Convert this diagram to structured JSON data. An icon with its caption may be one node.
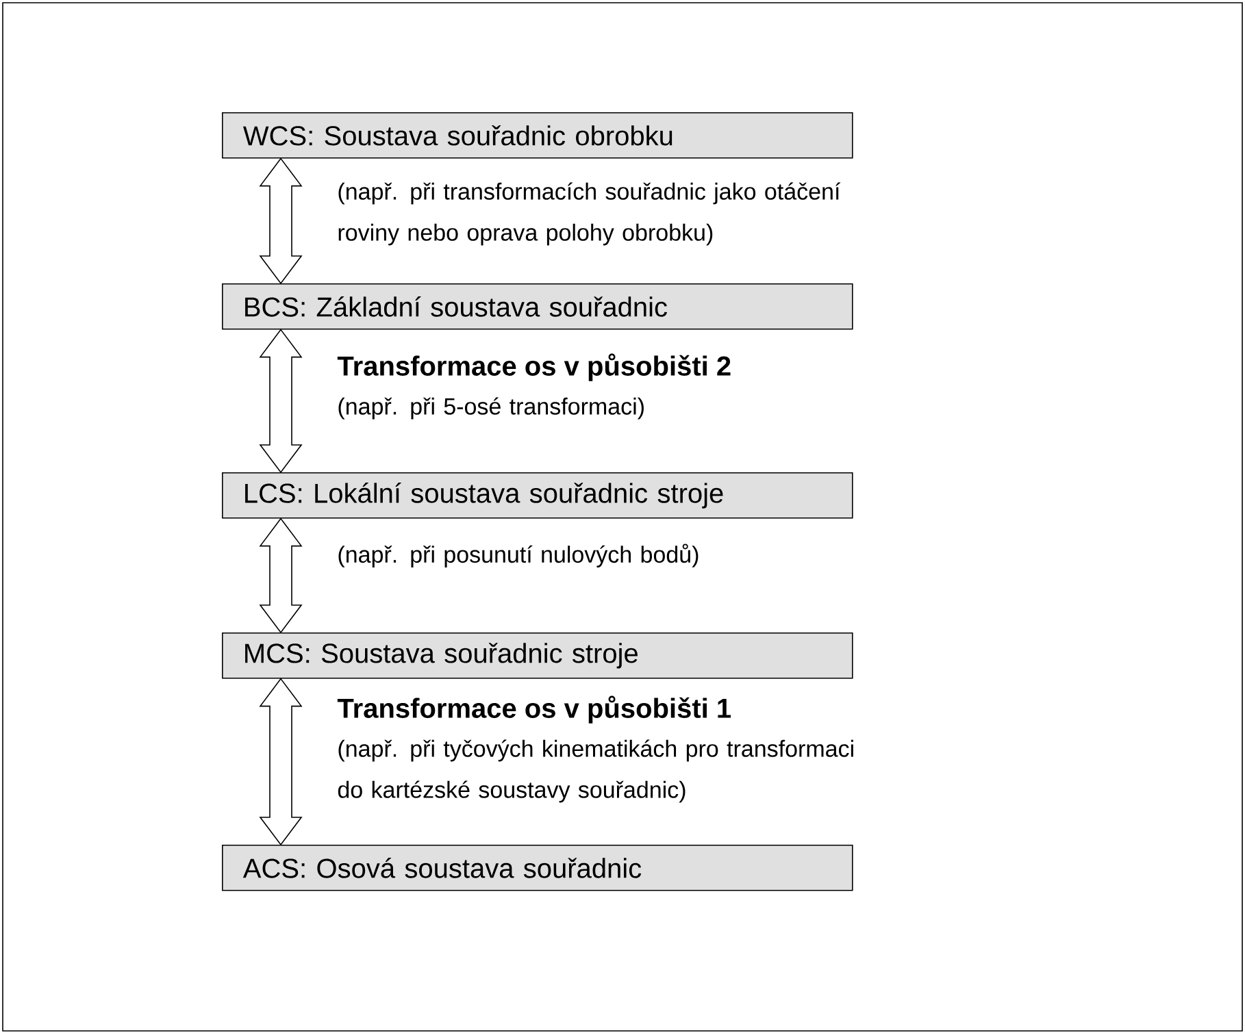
{
  "diagram": {
    "nodes": [
      {
        "text": [
          "WCS: Soustava souřadnic obrobku"
        ]
      },
      {
        "text": [
          "BCS: Základní soustava souřadnic"
        ]
      },
      {
        "text": [
          "LCS: Lokální soustava souřadnic stroje"
        ]
      },
      {
        "text": [
          "MCS: Soustava souřadnic stroje"
        ]
      },
      {
        "text": [
          "ACS: Osová soustava souřadnic"
        ]
      }
    ],
    "edges": [
      {
        "from": 0,
        "to": 1,
        "arrow": "both",
        "label": "(např. při transformacích souřadnic jako otáčení roviny nebo oprava polohy obrobku)"
      },
      {
        "from": 1,
        "to": 2,
        "arrow": "both",
        "label": "(např. při 5-osé transformaci)"
      },
      {
        "from": 2,
        "to": 3,
        "arrow": "both",
        "label": "(např. při posunutí nulových bodů)"
      },
      {
        "from": 3,
        "to": 4,
        "arrow": "both",
        "label": "(např. při tyčových kinematikách pro transformaci do kartézské soustavy souřadnic)"
      }
    ],
    "labels": [
      "Transformace os v působišti 2",
      "Transformace os v působišti 1"
    ]
  }
}
